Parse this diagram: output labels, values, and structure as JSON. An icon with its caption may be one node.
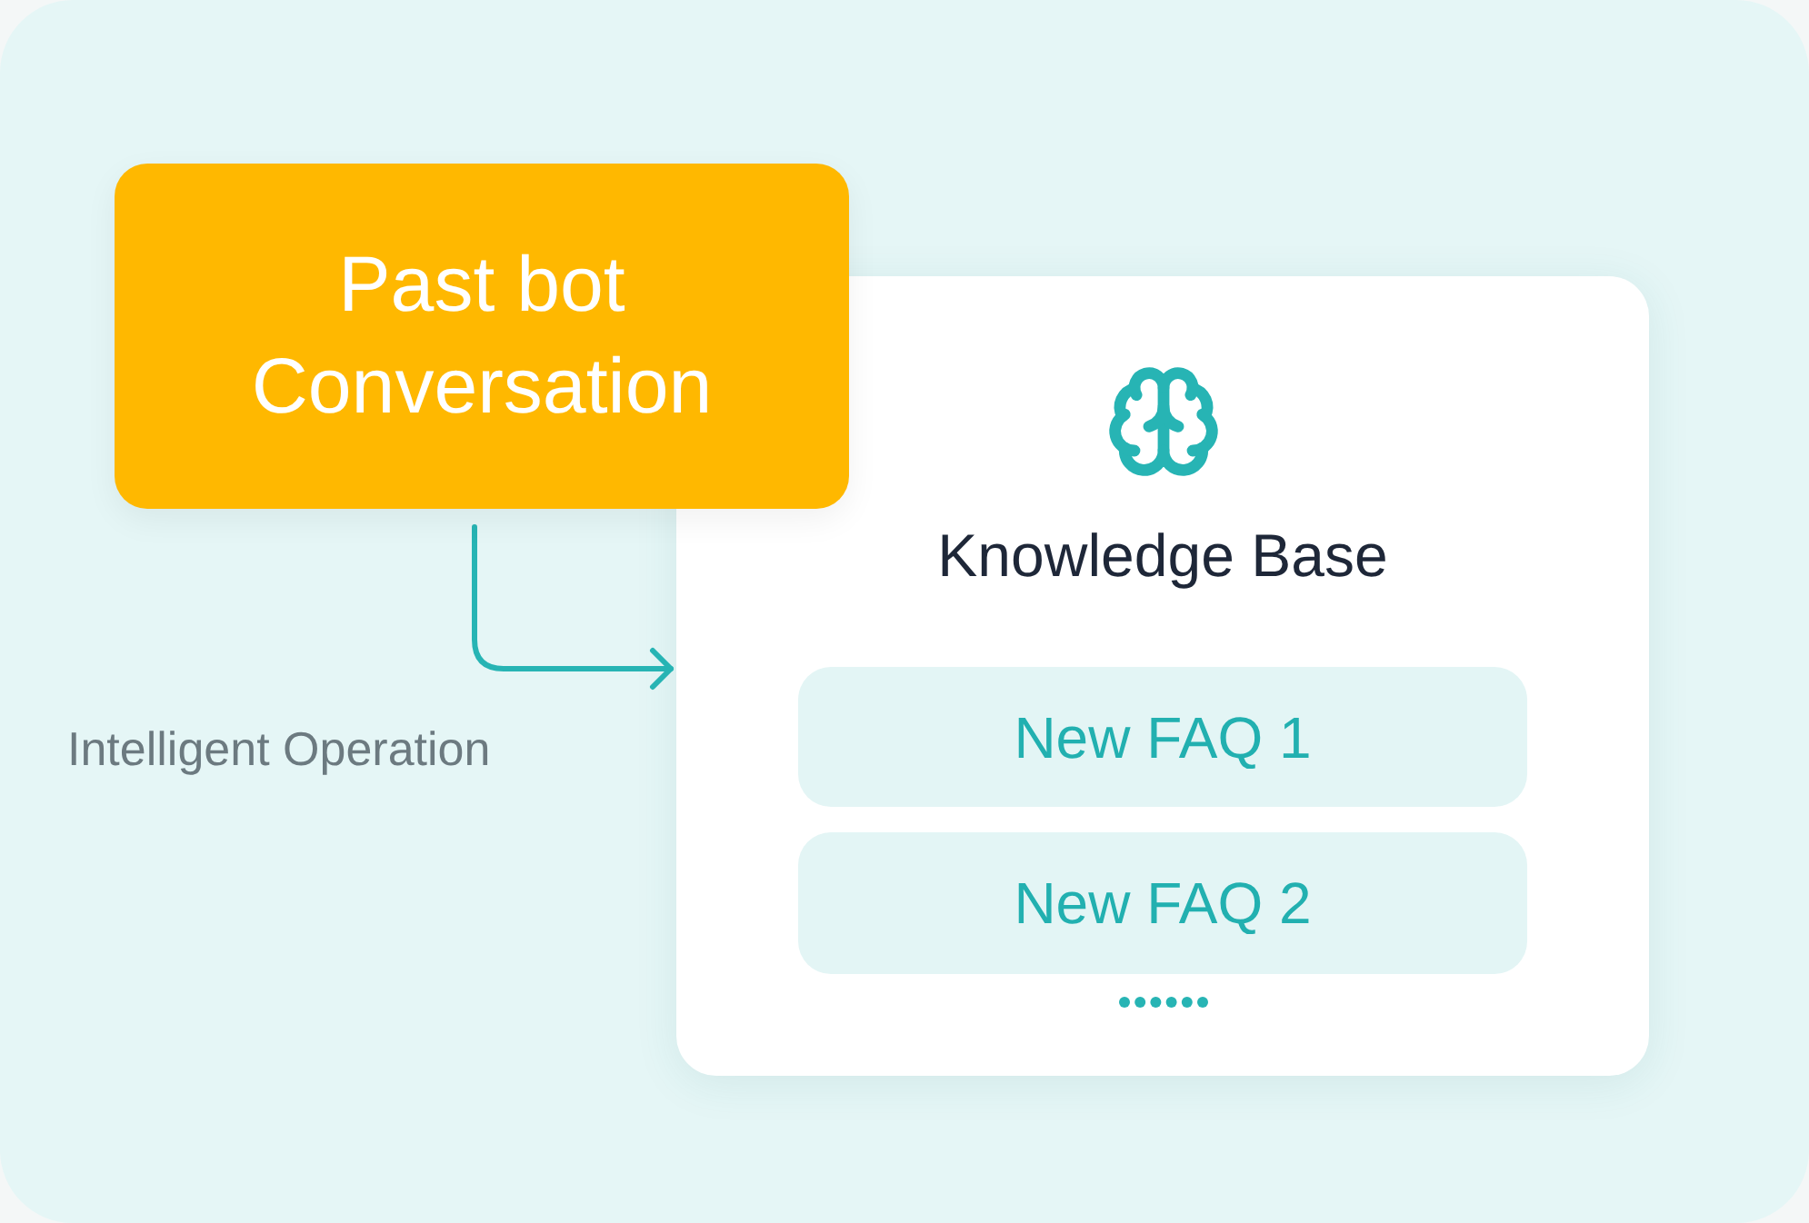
{
  "diagram": {
    "nodes": [
      {
        "text": [
          "Past bot Conversation"
        ]
      },
      {
        "text": [
          "Knowledge Base"
        ]
      },
      {
        "text": [
          "New FAQ 1"
        ],
        "in": 1
      },
      {
        "text": [
          "New FAQ 2"
        ],
        "in": 1
      }
    ],
    "edges": [
      {
        "from": 0,
        "to": 1,
        "arrow": "to",
        "label": "Intelligent Operation"
      }
    ]
  }
}
